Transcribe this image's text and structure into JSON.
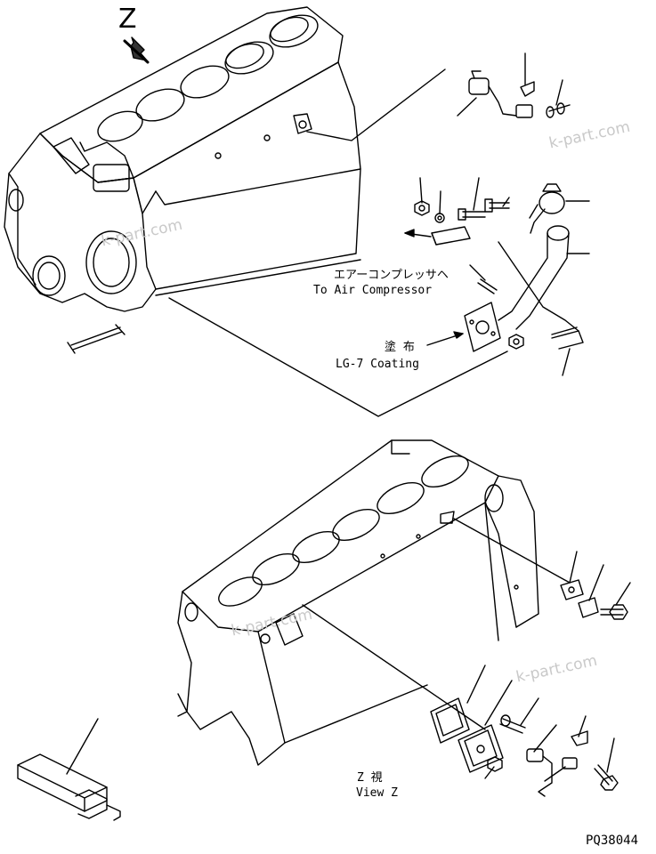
{
  "view_marker": "Z",
  "air_compressor": {
    "jp": "エアーコンプレッサヘ",
    "en": "To Air Compressor"
  },
  "coating": {
    "jp": "塗 布",
    "en": "LG-7 Coating"
  },
  "view_z": {
    "jp": "Z 視",
    "en": "View Z"
  },
  "watermark": "k-part.com",
  "drawing_number": "PQ38044"
}
